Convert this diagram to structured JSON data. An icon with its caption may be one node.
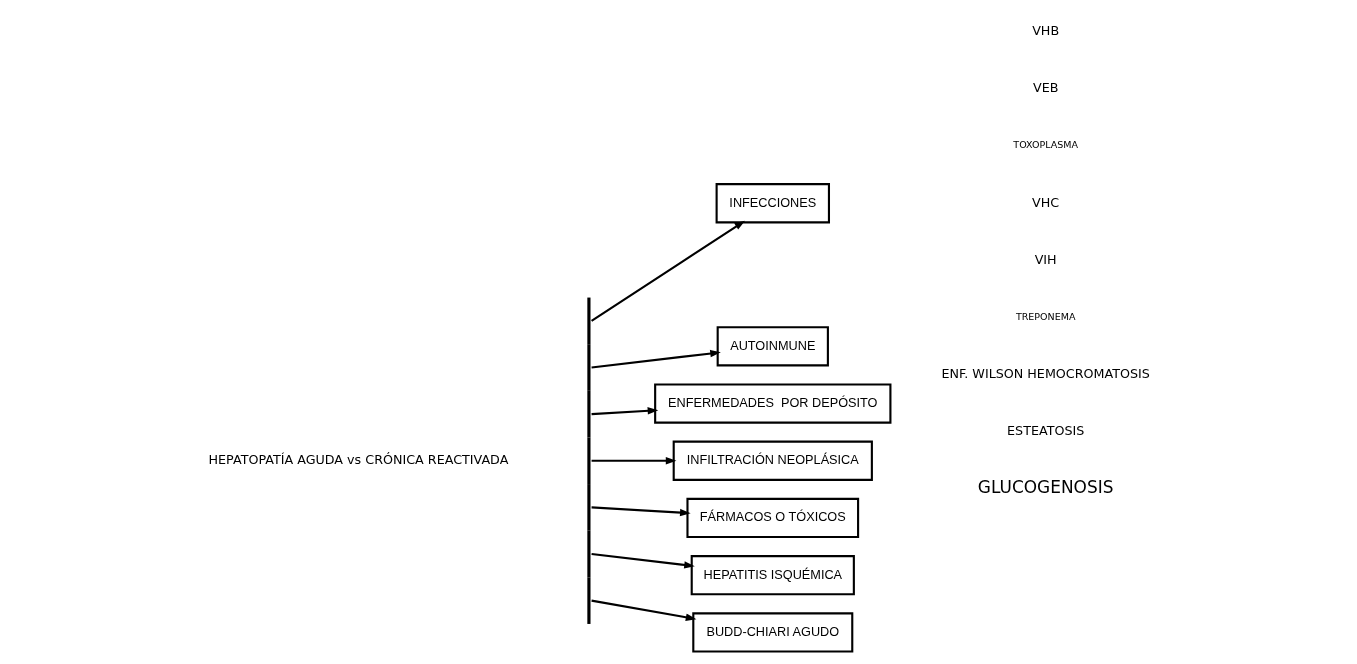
{
  "diagram": {
    "nodes": [
      {
        "text": [],
        "shape": "bar"
      },
      {
        "text": [
          "INFECCIONES"
        ]
      },
      {
        "text": [
          "AUTOINMUNE"
        ]
      },
      {
        "text": [
          "ENFERMEDADES  POR DEPÓSITO"
        ]
      },
      {
        "text": [
          "INFILTRACIÓN NEOPLÁSICA"
        ]
      },
      {
        "text": [
          "FÁRMACOS O TÓXICOS"
        ]
      },
      {
        "text": [
          "HEPATITIS ISQUÉMICA"
        ]
      },
      {
        "text": [
          "BUDD-CHIARI AGUDO"
        ]
      }
    ],
    "edges": [
      {
        "from": 0,
        "to": 1,
        "arrow": "to"
      },
      {
        "from": 0,
        "to": 2,
        "arrow": "to"
      },
      {
        "from": 0,
        "to": 3,
        "arrow": "to"
      },
      {
        "from": 0,
        "to": 4,
        "arrow": "to"
      },
      {
        "from": 0,
        "to": 5,
        "arrow": "to"
      },
      {
        "from": 0,
        "to": 6,
        "arrow": "to"
      },
      {
        "from": 0,
        "to": 7,
        "arrow": "to"
      }
    ],
    "labels": [
      "VHB",
      "VEB",
      "TOXOPLASMA",
      "VHC",
      "VIH",
      "TREPONEMA",
      "ENF. WILSON HEMOCROMATOSIS",
      "HEPATOPATÍA AGUDA vs CRÓNICA REACTIVADA",
      "ESTEATOSIS",
      "GLUCOGENOSIS"
    ]
  }
}
